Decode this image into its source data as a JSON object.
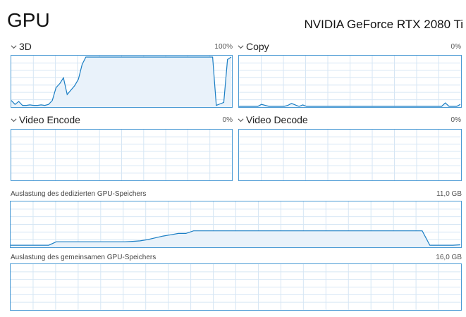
{
  "header": {
    "title": "GPU",
    "gpu_name": "NVIDIA GeForce RTX 2080 Ti"
  },
  "engines": [
    {
      "key": "3d",
      "label": "3D",
      "value": "100%",
      "history": [
        0.12,
        0.04,
        0.1,
        0.02,
        0.02,
        0.03,
        0.02,
        0.02,
        0.03,
        0.02,
        0.04,
        0.12,
        0.38,
        0.46,
        0.58,
        0.24,
        0.33,
        0.42,
        0.55,
        0.85,
        1,
        1,
        1,
        1,
        1,
        1,
        1,
        1,
        1,
        1,
        1,
        1,
        1,
        1,
        1,
        1,
        1,
        1,
        1,
        1,
        1,
        1,
        1,
        1,
        1,
        1,
        1,
        1,
        1,
        1,
        1,
        1,
        1,
        1,
        1,
        0.02,
        0.05,
        0.08,
        0.95,
        1
      ]
    },
    {
      "key": "copy",
      "label": "Copy",
      "value": "0%",
      "history": [
        0,
        0,
        0,
        0,
        0,
        0,
        0.04,
        0.02,
        0,
        0,
        0,
        0,
        0,
        0.02,
        0.06,
        0.03,
        0,
        0.03,
        0,
        0,
        0,
        0,
        0,
        0,
        0,
        0,
        0,
        0,
        0,
        0,
        0,
        0,
        0,
        0,
        0,
        0,
        0,
        0,
        0,
        0,
        0,
        0,
        0,
        0,
        0,
        0,
        0,
        0,
        0,
        0,
        0,
        0,
        0,
        0,
        0,
        0.07,
        0,
        0,
        0,
        0.04
      ]
    },
    {
      "key": "video-encode",
      "label": "Video Encode",
      "value": "0%",
      "history": []
    },
    {
      "key": "video-decode",
      "label": "Video Decode",
      "value": "0%",
      "history": []
    }
  ],
  "memory": [
    {
      "key": "dedicated",
      "label": "Auslastung des dedizierten GPU-Speichers",
      "value": "11,0 GB",
      "history": [
        0.03,
        0.03,
        0.03,
        0.03,
        0.03,
        0.03,
        0.11,
        0.11,
        0.11,
        0.11,
        0.11,
        0.11,
        0.11,
        0.11,
        0.11,
        0.11,
        0.12,
        0.13,
        0.16,
        0.2,
        0.24,
        0.27,
        0.3,
        0.3,
        0.36,
        0.36,
        0.36,
        0.36,
        0.36,
        0.36,
        0.36,
        0.36,
        0.36,
        0.36,
        0.36,
        0.36,
        0.36,
        0.36,
        0.36,
        0.36,
        0.36,
        0.36,
        0.36,
        0.36,
        0.36,
        0.36,
        0.36,
        0.36,
        0.36,
        0.36,
        0.36,
        0.36,
        0.36,
        0.36,
        0.36,
        0.03,
        0.03,
        0.03,
        0.03,
        0.04
      ]
    },
    {
      "key": "shared",
      "label": "Auslastung des gemeinsamen GPU-Speichers",
      "value": "16,0 GB",
      "history": []
    }
  ],
  "colors": {
    "accent": "#1a7ec4",
    "fill": "#e9f2fa",
    "grid": "#d6e6f4",
    "border": "#4a9ad4"
  },
  "icons": {
    "collapse": "chevron-down-icon"
  }
}
